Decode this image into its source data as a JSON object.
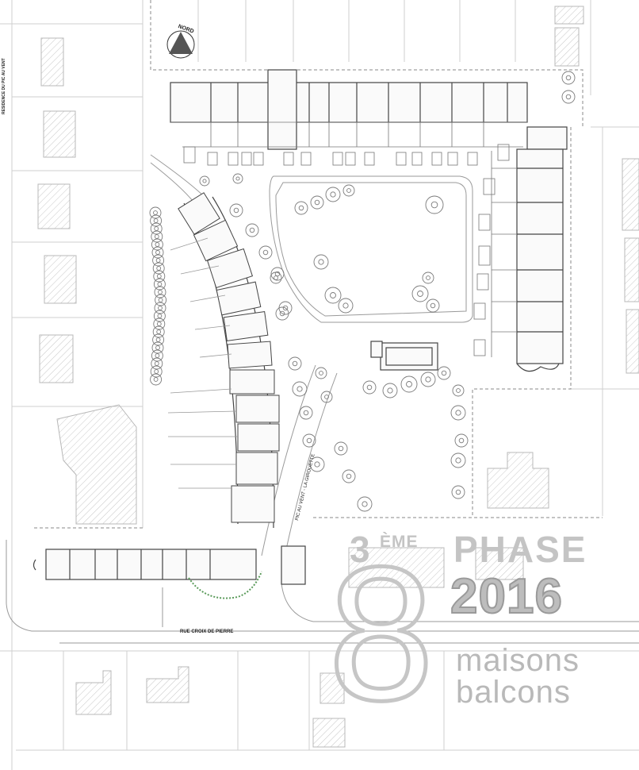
{
  "labels": {
    "north": "NORD",
    "residence": "RESIDENCE DU PIC AU VENT",
    "street": "RUE CROIX DE PIERRE",
    "path": "PIC AU VENT - LA GIROUETTE"
  },
  "phase": {
    "number": "3",
    "suffix": "ÈME",
    "word": "PHASE",
    "year": "2016",
    "count": "8",
    "line1": "maisons",
    "line2": "balcons"
  },
  "colors": {
    "line": "#555555",
    "hatch": "#cccccc",
    "tree": "#777777",
    "overlay_text": "#c4c4c4",
    "accent_green": "#5a9a5a"
  }
}
